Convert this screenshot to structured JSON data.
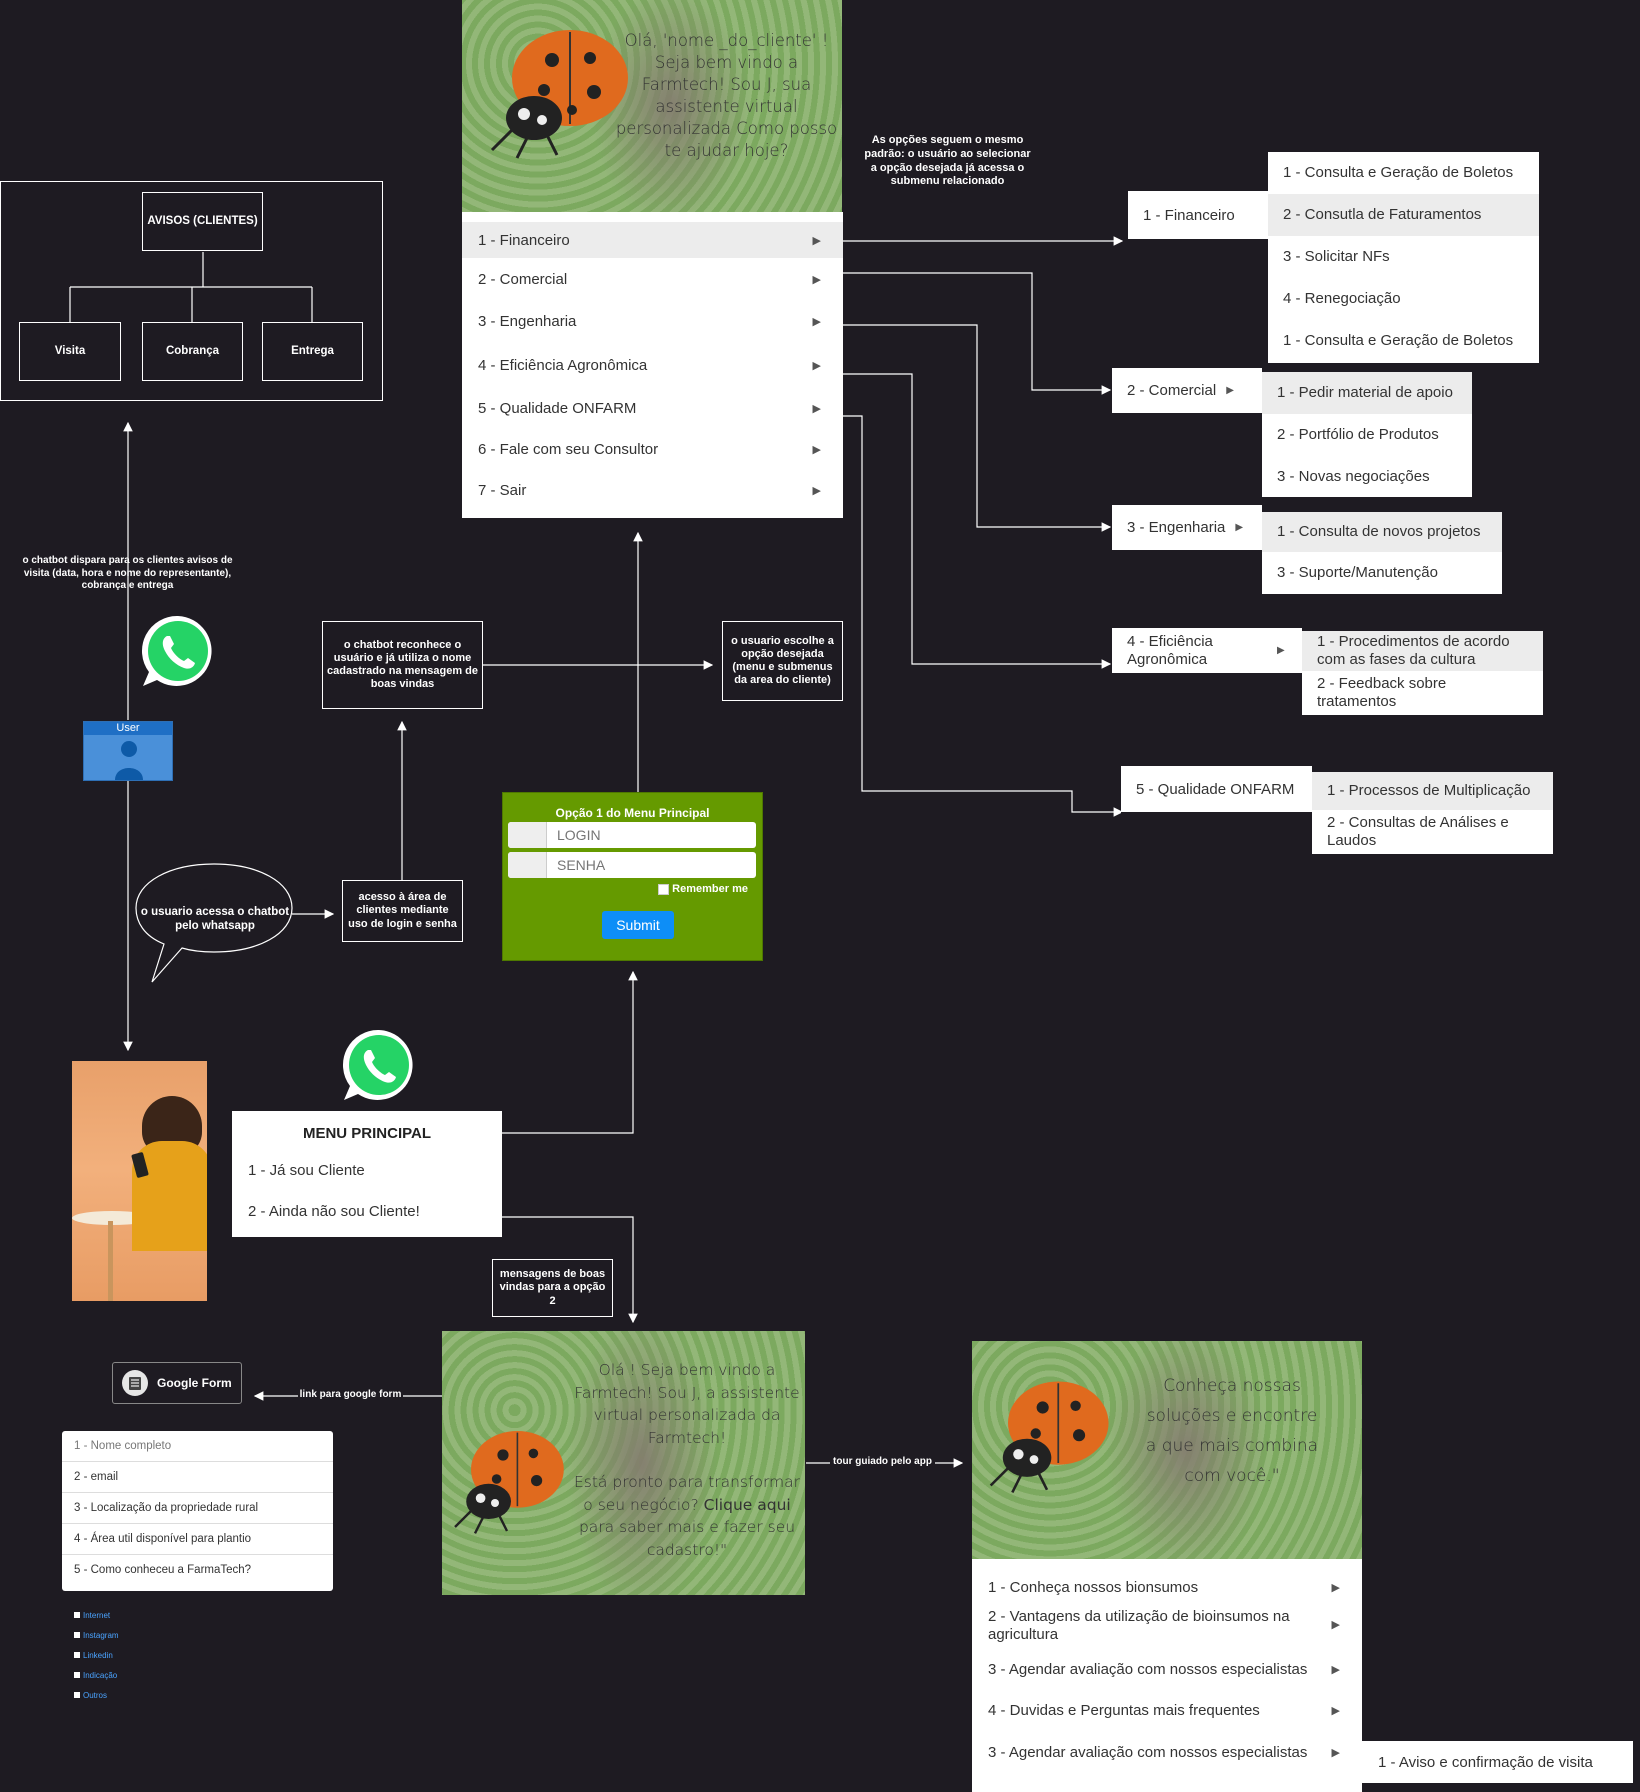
{
  "welcome_client": {
    "text": "Olá, 'nome _do_cliente' ! Seja bem vindo a Farmtech! Sou  J, sua assistente virtual personalizada Como posso te ajudar hoje?"
  },
  "main_menu": {
    "items": [
      {
        "label": "1 - Financeiro"
      },
      {
        "label": "2 - Comercial"
      },
      {
        "label": "3 - Engenharia"
      },
      {
        "label": "4 - Eficiência Agronômica"
      },
      {
        "label": "5 - Qualidade ONFARM"
      },
      {
        "label": "6 - Fale com seu Consultor"
      },
      {
        "label": "7 - Sair"
      }
    ]
  },
  "notes": {
    "options_pattern": "As opções  seguem o mesmo padrão: o usuário ao selecionar a opção desejada já acessa o submenu relacionado",
    "chatbot_alerts": "o chatbot dispara para os clientes avisos de visita (data, hora e nome do representante), cobrança e entrega",
    "chatbot_recognizes": "o chatbot reconhece o usuário e já utiliza o nome cadastrado na mensagem de boas vindas",
    "user_chooses": "o usuario escolhe a opção desejada (menu e submenus da area do cliente)",
    "user_access_bubble": "o usuario acessa o chatbot pelo whatsapp",
    "login_access": "acesso à área de clientes mediante uso de login e senha",
    "welcome_option2": "mensagens de boas vindas para a opção 2",
    "link_google_form": "link para google form",
    "guided_tour": "tour guiado pelo app"
  },
  "avisos": {
    "title": "AVISOS (CLIENTES)",
    "children": [
      "Visita",
      "Cobrança",
      "Entrega"
    ]
  },
  "user_label": "User",
  "submenus": {
    "financeiro": {
      "tab": "1 - Financeiro",
      "items": [
        "1 - Consulta e Geração de Boletos",
        "2 - Consutla de Faturamentos",
        "3 - Solicitar NFs",
        "4 - Renegociação",
        "1 - Consulta e Geração de Boletos"
      ]
    },
    "comercial": {
      "tab": "2 - Comercial",
      "items": [
        "1 - Pedir material de apoio",
        "2 - Portfólio de Produtos",
        "3 - Novas negociações"
      ]
    },
    "engenharia": {
      "tab": "3 - Engenharia",
      "items": [
        "1 - Consulta de novos projetos",
        "3 - Suporte/Manutenção"
      ]
    },
    "eficiencia": {
      "tab": "4 - Eficiência Agronômica",
      "items": [
        "1 - Procedimentos de acordo com as fases da cultura",
        "2 - Feedback sobre tratamentos"
      ]
    },
    "qualidade": {
      "tab": "5 - Qualidade ONFARM",
      "items": [
        "1 - Processos de Multiplicação",
        "2 - Consultas de Análises e Laudos"
      ]
    }
  },
  "login_form": {
    "title": "Opção 1 do Menu Principal",
    "login_placeholder": "LOGIN",
    "password_placeholder": "SENHA",
    "remember": "Remember me",
    "submit": "Submit"
  },
  "start_menu": {
    "title": "MENU PRINCIPAL",
    "items": [
      "1 - Já sou Cliente",
      "2 - Ainda não sou Cliente!"
    ]
  },
  "welcome_new": {
    "line1": "Olá ! Seja bem vindo a Farmtech! Sou  J, a assistente virtual personalizada da Farmtech!",
    "line2_pre": "Está pronto para transformar o seu negócio? ",
    "line2_bold": "Clique aqui",
    "line2_post": " para saber mais e fazer seu cadastro!\""
  },
  "google_form": {
    "label": "Google Form",
    "fields": [
      "1 - Nome completo",
      "2 - email",
      "3 - Localização da propriedade rural",
      "4 - Área util disponível para plantio",
      "5 - Como conheceu a FarmaTech?"
    ],
    "sources": [
      "Internet",
      "Instagram",
      "Linkedin",
      "Indicação",
      "Outros"
    ]
  },
  "tour": {
    "text": "Conheça nossas soluções e encontre a que mais combina com você.\"",
    "items": [
      "1 - Conheça nossos bionsumos",
      "2 - Vantagens da utilização de bioinsumos na agricultura",
      "3 - Agendar avaliação com nossos especialistas",
      "4 - Duvidas e Perguntas mais frequentes",
      "3 - Agendar avaliação com nossos especialistas"
    ],
    "visit_confirm": "1 -  Aviso e confirmação de visita"
  },
  "colors": {
    "background": "#1e1b22",
    "login_green": "#659a00",
    "submit_blue": "#0d8ef7",
    "whatsapp": "#25d366",
    "user_blue": "#4a90d9"
  },
  "icons": [
    "whatsapp-icon",
    "ladybug-image",
    "user-icon",
    "google-form-icon",
    "chevron-right-icon"
  ]
}
